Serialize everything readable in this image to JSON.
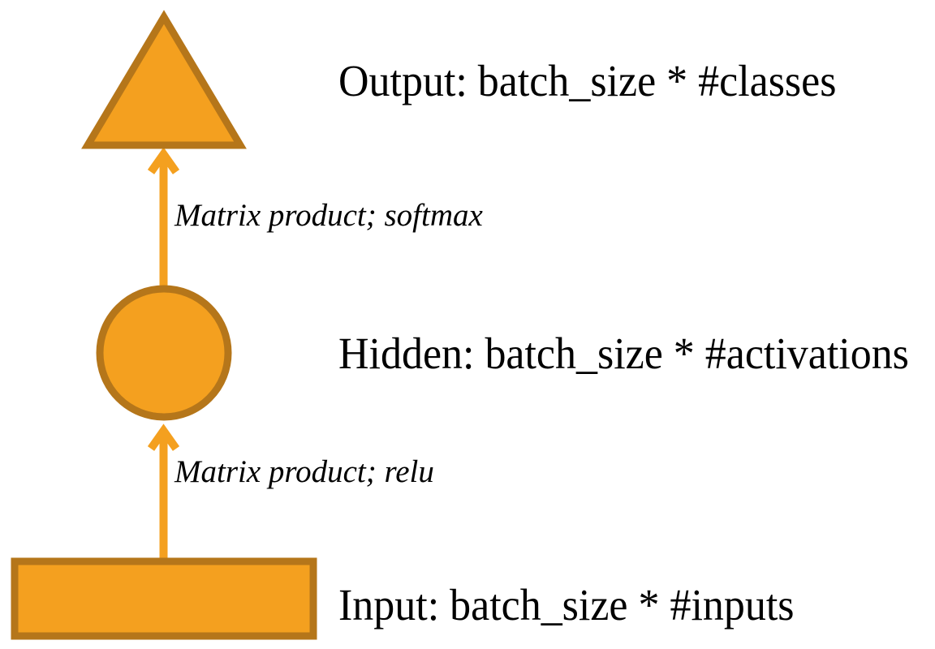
{
  "diagram": {
    "title": "Feedforward neural network layer diagram",
    "background_color": "#ffffff",
    "shape_fill_color": "#F4A01F",
    "shape_stroke_color": "#B5761A",
    "arrow_color": "#F4A01F",
    "text_color": "#000000",
    "nodes": [
      {
        "id": "output",
        "shape": "triangle",
        "label": "Output: batch_size * #classes",
        "fill": "#F4A01F",
        "stroke": "#B5761A"
      },
      {
        "id": "hidden",
        "shape": "circle",
        "label": "Hidden: batch_size * #activations",
        "fill": "#F4A01F",
        "stroke": "#B5761A"
      },
      {
        "id": "input",
        "shape": "rectangle",
        "label": "Input: batch_size * #inputs",
        "fill": "#F4A01F",
        "stroke": "#B5761A"
      }
    ],
    "edges": [
      {
        "id": "hidden-to-output",
        "from": "hidden",
        "to": "output",
        "label": "Matrix product; softmax",
        "color": "#F4A01F",
        "direction": "up"
      },
      {
        "id": "input-to-hidden",
        "from": "input",
        "to": "hidden",
        "label": "Matrix product; relu",
        "color": "#F4A01F",
        "direction": "up"
      }
    ]
  }
}
